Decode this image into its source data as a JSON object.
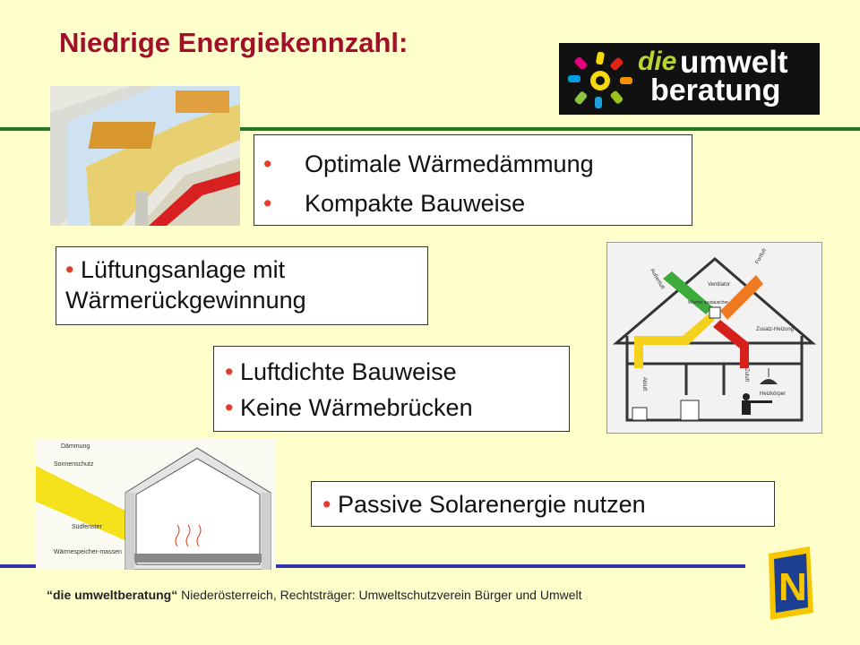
{
  "title": "Niedrige Energiekennzahl:",
  "logo": {
    "text_die": "die",
    "text_umwelt": "umwelt",
    "text_beratung": "beratung"
  },
  "box1": {
    "bullet": "•",
    "items": [
      "Optimale Wärmedämmung",
      "Kompakte Bauweise"
    ]
  },
  "box2": {
    "bullet": "•",
    "text": "Lüftungsanlage mit Wärmerückgewinnung"
  },
  "box3": {
    "bullet": "•",
    "items": [
      "Luftdichte Bauweise",
      "Keine Wärmebrücken"
    ]
  },
  "box4": {
    "bullet": "•",
    "text": "Passive Solarenergie nutzen"
  },
  "ventilation_diagram": {
    "labels": [
      "Außenluft",
      "Fortluft",
      "Ventilator",
      "Wärme-austauscher",
      "Zusatz-Heizung",
      "Zuluft",
      "Abluft",
      "Heizkörper"
    ]
  },
  "solar_diagram": {
    "labels": [
      "Dämmung",
      "Sonnenschutz",
      "Südfenster",
      "Wärmespeicher-massen"
    ]
  },
  "footer": {
    "org": "“die umweltberatung“",
    "rest": " Niederösterreich, Rechtsträger: Umweltschutzverein Bürger und Umwelt"
  },
  "noe_logo": {
    "letter": "N"
  },
  "colors": {
    "title": "#a0102a",
    "bullet": "#e0402a",
    "green_line": "#1f7a1f",
    "blue_line": "#3333aa",
    "background": "#ffffcc"
  }
}
